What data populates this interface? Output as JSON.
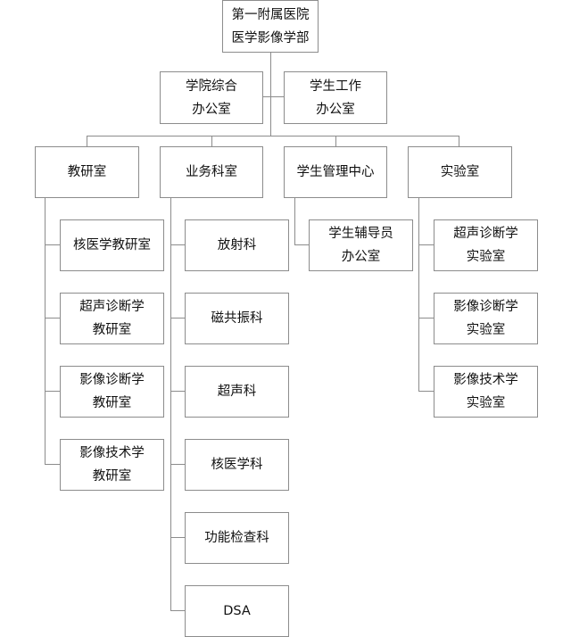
{
  "root": [
    "第一附属医院",
    "医学影像学部"
  ],
  "offices": [
    [
      "学院综合",
      "办公室"
    ],
    [
      "学生工作",
      "办公室"
    ]
  ],
  "departments": [
    {
      "label": "教研室",
      "children": [
        [
          "核医学教研室"
        ],
        [
          "超声诊断学",
          "教研室"
        ],
        [
          "影像诊断学",
          "教研室"
        ],
        [
          "影像技术学",
          "教研室"
        ]
      ]
    },
    {
      "label": "业务科室",
      "children": [
        [
          "放射科"
        ],
        [
          "磁共振科"
        ],
        [
          "超声科"
        ],
        [
          "核医学科"
        ],
        [
          "功能检查科"
        ],
        [
          "DSA"
        ]
      ]
    },
    {
      "label": "学生管理中心",
      "children": [
        [
          "学生辅导员",
          "办公室"
        ]
      ]
    },
    {
      "label": "实验室",
      "children": [
        [
          "超声诊断学",
          "实验室"
        ],
        [
          "影像诊断学",
          "实验室"
        ],
        [
          "影像技术学",
          "实验室"
        ]
      ]
    }
  ]
}
